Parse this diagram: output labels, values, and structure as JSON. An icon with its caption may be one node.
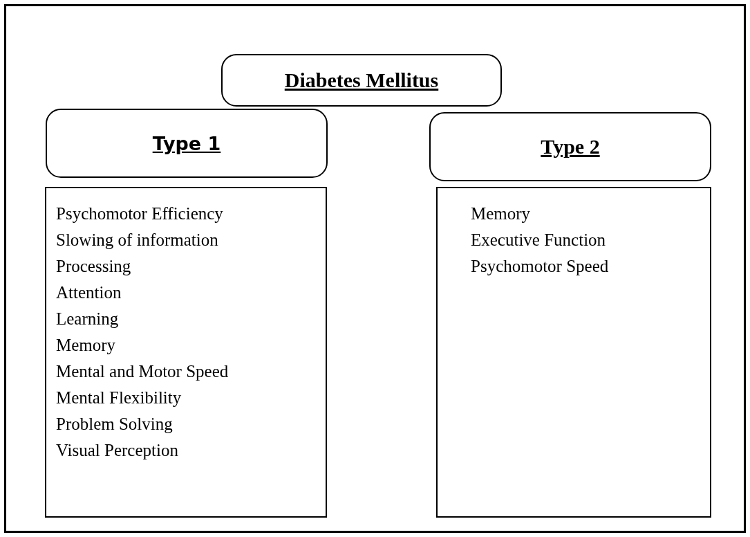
{
  "diagram": {
    "nodes": [
      {
        "text": [
          "Diabetes Mellitus"
        ]
      },
      {
        "text": [
          "Type 1"
        ]
      },
      {
        "text": [
          "Type 2"
        ]
      },
      {
        "text": [
          "Psychomotor Efficiency",
          "Slowing of information Processing",
          "Attention",
          "Learning",
          "Memory",
          "Mental and Motor Speed",
          "Mental Flexibility",
          "Problem Solving",
          "Visual Perception"
        ]
      },
      {
        "text": [
          "Memory",
          "Executive Function",
          "Psychomotor Speed"
        ]
      }
    ],
    "edges": []
  }
}
